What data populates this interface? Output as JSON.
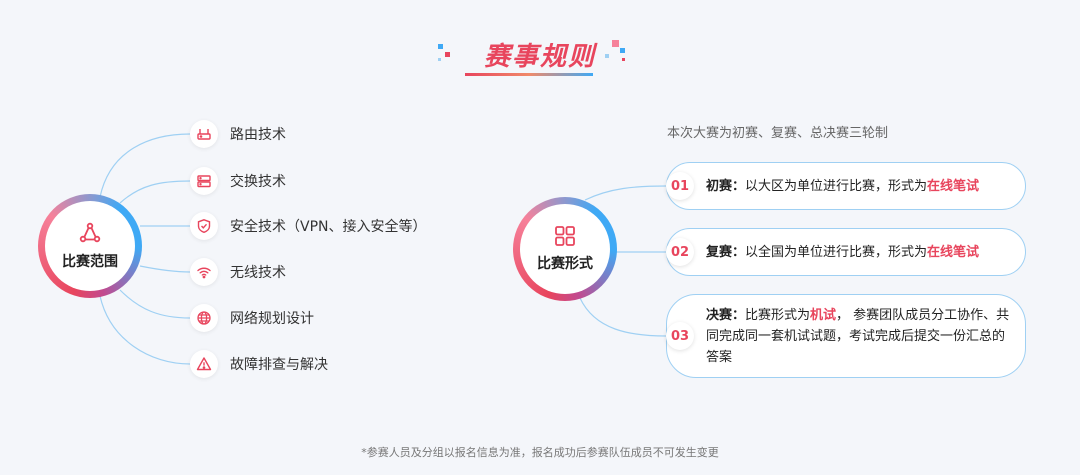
{
  "title": "赛事规则",
  "colors": {
    "accent": "#e8455d",
    "blue": "#3fa9f5",
    "line": "#9fd0f3"
  },
  "scope": {
    "hub_label": "比赛范围",
    "hub_icon": "share-nodes-icon",
    "items": [
      {
        "label": "路由技术",
        "icon": "router-icon"
      },
      {
        "label": "交换技术",
        "icon": "switch-icon"
      },
      {
        "label": "安全技术（VPN、接入安全等）",
        "icon": "shield-icon"
      },
      {
        "label": "无线技术",
        "icon": "wifi-icon"
      },
      {
        "label": "网络规划设计",
        "icon": "globe-icon"
      },
      {
        "label": "故障排查与解决",
        "icon": "warning-icon"
      }
    ]
  },
  "format": {
    "hub_label": "比赛形式",
    "hub_icon": "grid-icon",
    "intro": "本次大赛为初赛、复赛、总决赛三轮制",
    "rounds": [
      {
        "num": "01",
        "name": "初赛：",
        "text": "以大区为单位进行比赛，形式为",
        "highlight": "在线笔试"
      },
      {
        "num": "02",
        "name": "复赛：",
        "text": "以全国为单位进行比赛，形式为",
        "highlight": "在线笔试"
      },
      {
        "num": "03",
        "name": "决赛：",
        "text_a": "比赛形式为",
        "highlight": "机试",
        "text_b": "， 参赛团队成员分工协作、共同完成同一套机试试题，考试完成后提交一份汇总的答案"
      }
    ]
  },
  "footnote": "*参赛人员及分组以报名信息为准，报名成功后参赛队伍成员不可发生变更"
}
